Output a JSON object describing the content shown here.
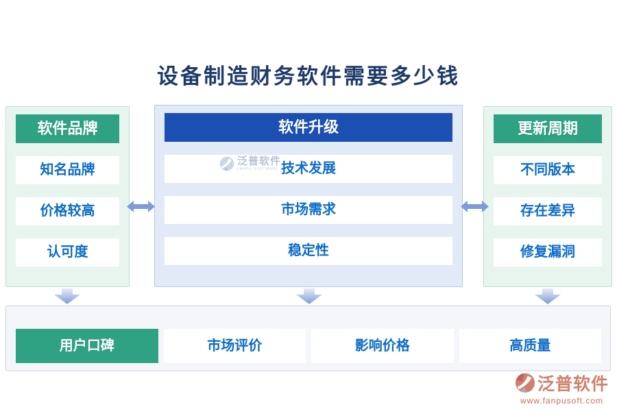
{
  "title": "设备制造财务软件需要多少钱",
  "columns": [
    {
      "header": "软件品牌",
      "theme": "green",
      "items": [
        "知名品牌",
        "价格较高",
        "认可度"
      ]
    },
    {
      "header": "软件升级",
      "theme": "blue",
      "items": [
        "技术发展",
        "市场需求",
        "稳定性"
      ]
    },
    {
      "header": "更新周期",
      "theme": "green",
      "items": [
        "不同版本",
        "存在差异",
        "修复漏洞"
      ]
    }
  ],
  "bottom_row": {
    "items": [
      "用户口碑",
      "市场评价",
      "影响价格",
      "高质量"
    ],
    "highlighted_item": "用户口碑"
  },
  "watermark": {
    "name": "泛普软件",
    "subtitle": "FANPU SOFTWARE"
  },
  "brand": {
    "name": "泛普软件",
    "url": "www.fanpusoft.com"
  },
  "colors": {
    "accent_green": "#2ea283",
    "accent_blue": "#1b4fb2",
    "item_text_blue": "#0d6cc7",
    "title_navy": "#1e3a68",
    "arrow_blue": "#7e9ad8",
    "panel_green_bg": "#e8f5ef",
    "panel_blue_bg": "#e1eaf6",
    "bottom_bar_bg": "#f4f6fa",
    "brand_salmon": "#d0806f"
  }
}
